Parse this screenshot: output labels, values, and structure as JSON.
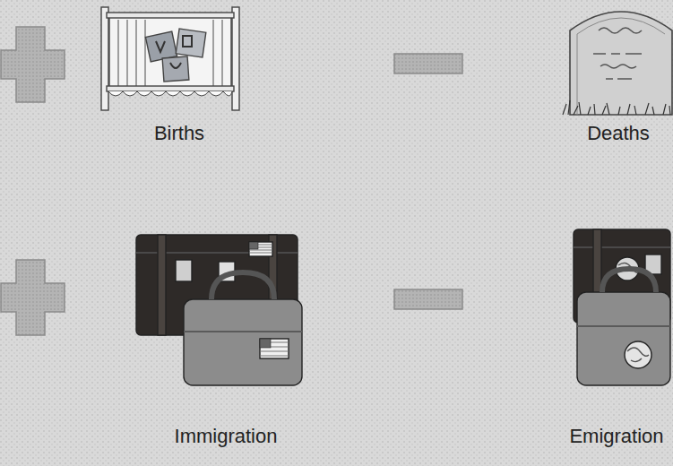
{
  "diagram": {
    "labels": [
      "Births",
      "Deaths",
      "Immigration",
      "Emigration"
    ]
  }
}
